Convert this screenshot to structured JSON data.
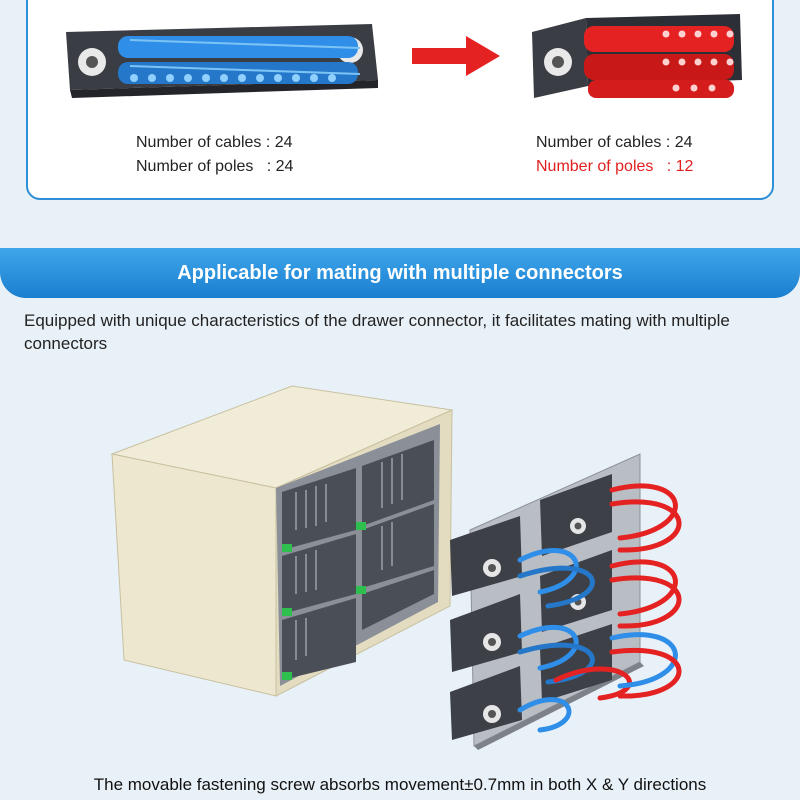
{
  "comparison": {
    "before": {
      "cables_label": "Number of cables",
      "cables_value": ": 24",
      "poles_label": "Number of poles",
      "poles_value": ": 24"
    },
    "after": {
      "cables_label": "Number of cables",
      "cables_value": ": 24",
      "poles_label": "Number of poles",
      "poles_value": ": 12"
    }
  },
  "banner": {
    "title": "Applicable for mating with multiple connectors"
  },
  "description": "Equipped with unique characteristics of the drawer connector, it facilitates mating with multiple connectors",
  "caption": "The movable fastening screw absorbs movement±0.7mm in both X & Y directions",
  "colors": {
    "accent_blue": "#2e8fd6",
    "highlight_red": "#e02020",
    "cable_blue": "#2f8ee8",
    "cable_red": "#e52222"
  }
}
